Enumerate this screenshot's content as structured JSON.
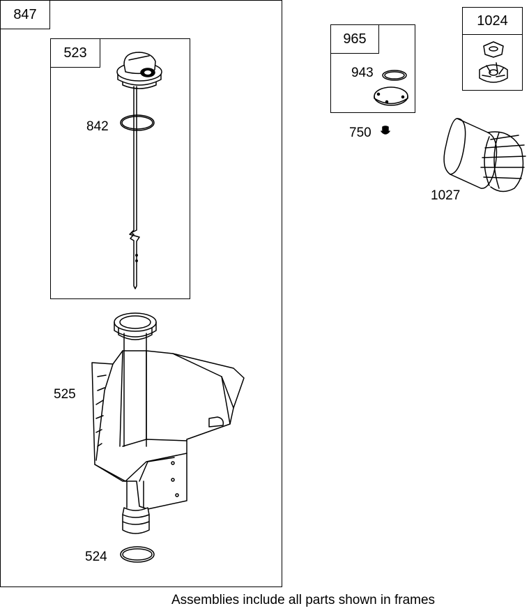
{
  "frames": {
    "f847": {
      "label": "847"
    },
    "f523": {
      "label": "523"
    },
    "f965": {
      "label": "965"
    },
    "f1024": {
      "label": "1024"
    }
  },
  "callouts": {
    "c842": "842",
    "c525": "525",
    "c524": "524",
    "c943": "943",
    "c750": "750",
    "c1027": "1027"
  },
  "footer_note": "Assemblies include all parts shown in frames"
}
